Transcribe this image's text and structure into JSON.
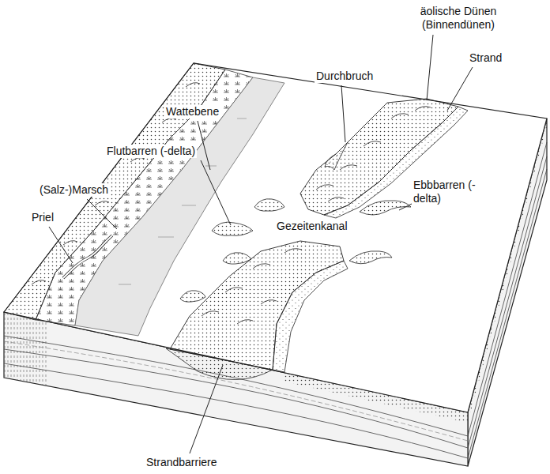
{
  "diagram": {
    "labels": [
      "äolische Dünen (Binnendünen)",
      "Durchbruch",
      "Strand",
      "Wattebene",
      "Flutbarren (-delta)",
      "(Salz-)Marsch",
      "Ebbbarren (-delta)",
      "Priel",
      "Gezeitenkanal",
      "Strandbarriere"
    ]
  }
}
